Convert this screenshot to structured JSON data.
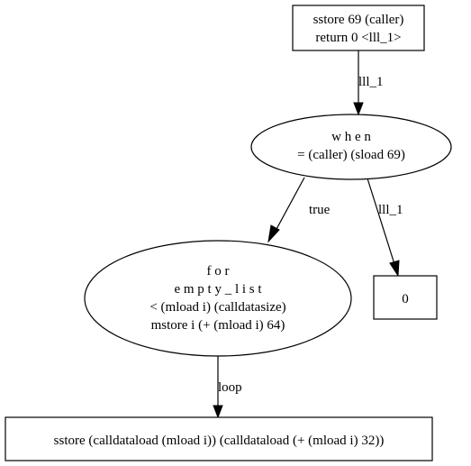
{
  "diagram": {
    "nodes": {
      "start": {
        "lines": [
          "sstore 69 (caller)",
          "return 0 <lll_1>"
        ]
      },
      "when": {
        "lines": [
          "w h e n",
          "= (caller) (sload 69)"
        ]
      },
      "for": {
        "lines": [
          "f o r",
          "e m p t y _ l i s t",
          "< (mload i) (calldatasize)",
          "mstore i (+ (mload i) 64)"
        ]
      },
      "zero": {
        "lines": [
          "0"
        ]
      },
      "sstore": {
        "lines": [
          "sstore (calldataload (mload i)) (calldataload (+ (mload i) 32))"
        ]
      }
    },
    "edges": {
      "start_to_when": "lll_1",
      "when_to_for": "true",
      "when_to_zero": "lll_1",
      "for_to_sstore": "loop"
    }
  }
}
